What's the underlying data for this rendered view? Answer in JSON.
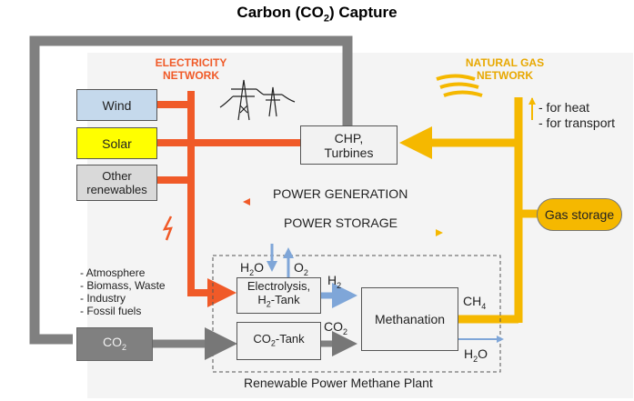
{
  "title": {
    "pre": "Carbon (CO",
    "sub": "2",
    "post": ") Capture"
  },
  "electricity_network": {
    "line1": "ELECTRICITY",
    "line2": "NETWORK"
  },
  "natural_gas_network": {
    "line1": "NATURAL GAS",
    "line2": "NETWORK"
  },
  "sources": [
    {
      "label": "Wind",
      "color": "#c5d9ec"
    },
    {
      "label": "Solar",
      "color": "#ffff00"
    },
    {
      "label_line1": "Other",
      "label_line2": "renewables",
      "color": "#d9d9d9"
    }
  ],
  "chp": {
    "line1": "CHP,",
    "line2": "Turbines"
  },
  "gas_uses": {
    "heat": "- for heat",
    "transport": "- for transport"
  },
  "power_generation": "POWER GENERATION",
  "power_storage": "POWER STORAGE",
  "gas_storage": "Gas storage",
  "co2_sources": [
    "- Atmosphere",
    "- Biomass, Waste",
    "- Industry",
    "- Fossil fuels"
  ],
  "co2_box": {
    "pre": "CO",
    "sub": "2"
  },
  "electrolysis": {
    "line1": "Electrolysis,",
    "line2_pre": "H",
    "line2_sub": "2",
    "line2_post": "-Tank"
  },
  "co2_tank": {
    "pre": "CO",
    "sub": "2",
    "post": "-Tank"
  },
  "methanation": "Methanation",
  "h2o_in": {
    "pre": "H",
    "sub": "2",
    "post": "O"
  },
  "o2_out": {
    "pre": "O",
    "sub": "2"
  },
  "h2_label": {
    "pre": "H",
    "sub": "2"
  },
  "co2_label": {
    "pre": "CO",
    "sub": "2"
  },
  "ch4_label": {
    "pre": "CH",
    "sub": "4"
  },
  "h2o_out": {
    "pre": "H",
    "sub": "2",
    "post": "O"
  },
  "plant_caption": "Renewable Power Methane Plant",
  "colors": {
    "electricity": "#f05a28",
    "gas": "#f5b800",
    "co2_flow": "#808080",
    "water_flow": "#7fa6d8"
  }
}
